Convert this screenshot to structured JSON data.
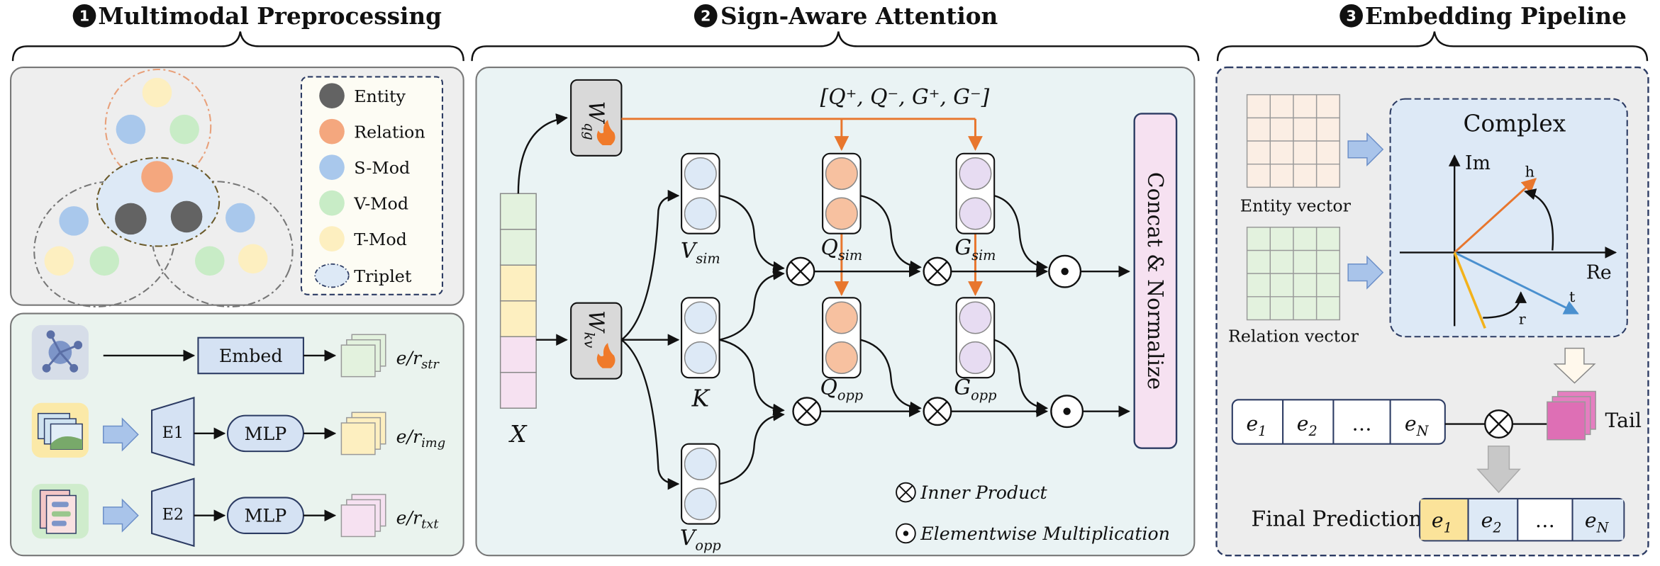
{
  "sections": {
    "preprocessing": {
      "num": "1",
      "title": "Multimodal Preprocessing"
    },
    "attention": {
      "num": "2",
      "title": "Sign-Aware Attention"
    },
    "pipeline": {
      "num": "3",
      "title": "Embedding Pipeline"
    }
  },
  "colors": {
    "entity": "#636363",
    "relation": "#f4a77e",
    "smod": "#a9c8ec",
    "vmod": "#c8ecc6",
    "tmod": "#fdefc0",
    "orange_arrow": "#e8762d",
    "panel_mint": "#eaf3ee",
    "panel_grey": "#eeeeee",
    "complex_bg": "#dde9f6"
  },
  "legend": [
    "Entity",
    "Relation",
    "S-Mod",
    "V-Mod",
    "T-Mod",
    "Triplet"
  ],
  "preprocess": {
    "embed": "Embed",
    "e1": "E1",
    "e2": "E2",
    "mlp": "MLP",
    "out_str": {
      "base": "e/r",
      "sub": "str"
    },
    "out_img": {
      "base": "e/r",
      "sub": "img"
    },
    "out_txt": {
      "base": "e/r",
      "sub": "txt"
    }
  },
  "attention": {
    "x": "X",
    "wqg": {
      "base": "W",
      "sub": "qg"
    },
    "wkv": {
      "base": "W",
      "sub": "kv"
    },
    "qg_list": "[Q⁺, Q⁻, G⁺, G⁻]",
    "v_sim": {
      "base": "V",
      "sub": "sim"
    },
    "k": "K",
    "v_opp": {
      "base": "V",
      "sub": "opp"
    },
    "q_sim": {
      "base": "Q",
      "sub": "sim"
    },
    "q_opp": {
      "base": "Q",
      "sub": "opp"
    },
    "g_sim": {
      "base": "G",
      "sub": "sim"
    },
    "g_opp": {
      "base": "G",
      "sub": "opp"
    },
    "concat": "Concat & Normalize",
    "legend_inner": "Inner Product",
    "legend_elem": "Elementwise Multiplication"
  },
  "pipeline": {
    "entity_vector": "Entity vector",
    "relation_vector": "Relation vector",
    "complex_title": "Complex",
    "axis_im": "Im",
    "axis_re": "Re",
    "vec_h": "h",
    "vec_t": "t",
    "vec_r": "r",
    "tail": "Tail",
    "final_prediction": "Final Prediction",
    "row": [
      {
        "base": "e",
        "sub": "1"
      },
      {
        "base": "e",
        "sub": "2"
      },
      {
        "base": "…",
        "sub": ""
      },
      {
        "base": "e",
        "sub": "N"
      }
    ]
  }
}
